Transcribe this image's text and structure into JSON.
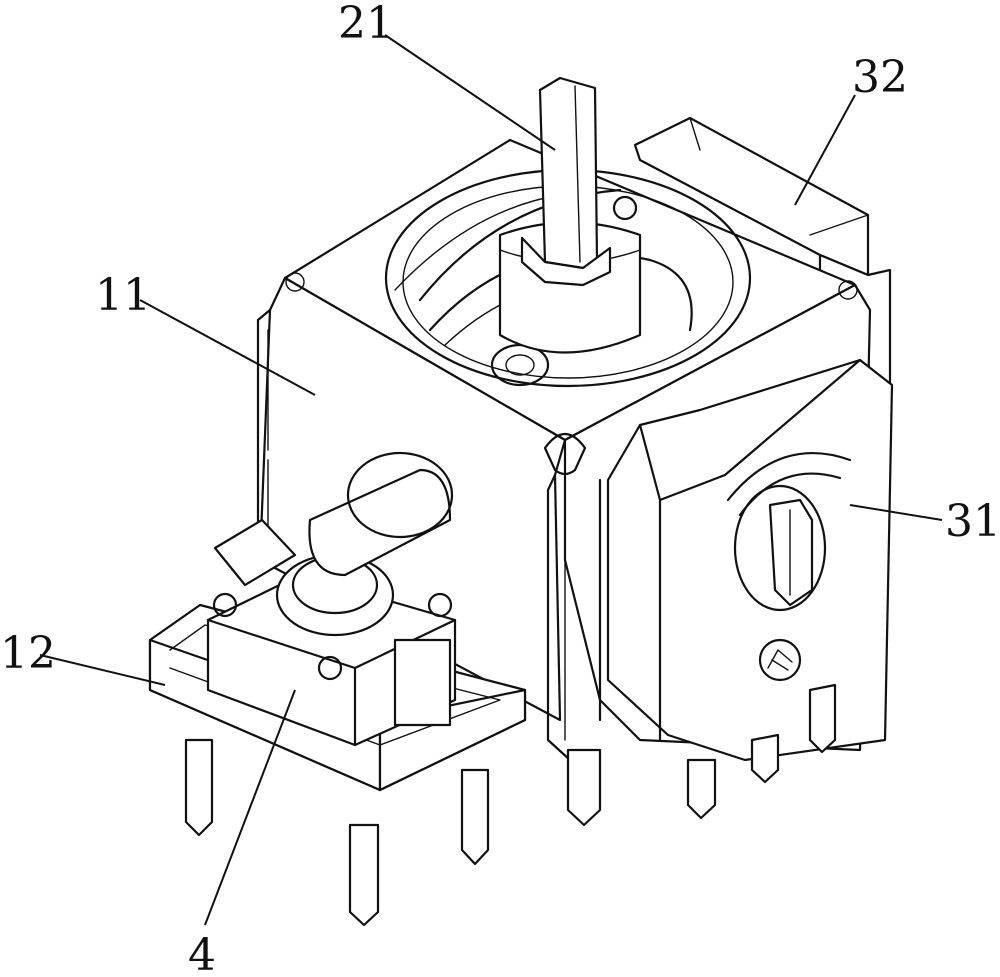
{
  "labels": {
    "shaft": "21",
    "side_sensor_top": "32",
    "housing": "11",
    "side_sensor_front": "31",
    "switch_base": "12",
    "push_switch": "4"
  }
}
